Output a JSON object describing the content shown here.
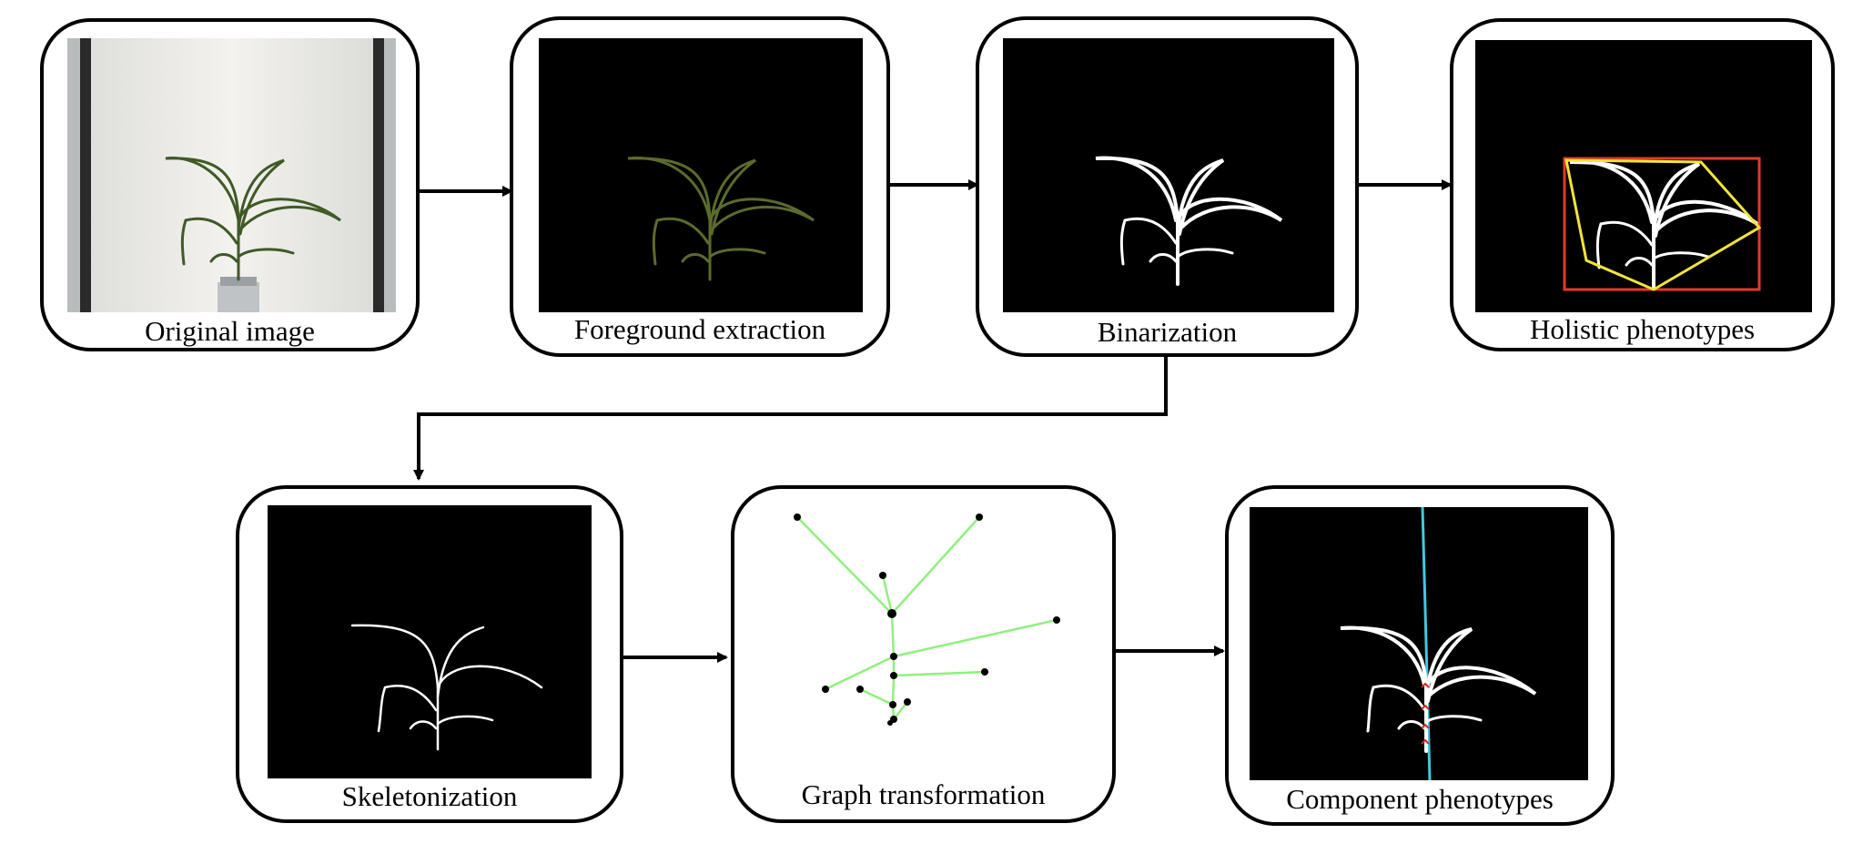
{
  "steps": {
    "original": {
      "label": "Original image"
    },
    "foreground": {
      "label": "Foreground extraction"
    },
    "binarization": {
      "label": "Binarization"
    },
    "holistic": {
      "label": "Holistic phenotypes"
    },
    "skeleton": {
      "label": "Skeletonization"
    },
    "graph": {
      "label": "Graph transformation"
    },
    "component": {
      "label": "Component phenotypes"
    }
  },
  "colors": {
    "stroke": "#000000",
    "panel_background": "#000000",
    "plant_green": "#3f5a25",
    "foreground_plant": "#5b6b2c",
    "plant_white": "#ffffff",
    "bounding_box": "#e03a2a",
    "convex_hull": "#f2e43a",
    "graph_edge": "#8ff07e",
    "graph_node": "#000000",
    "stem_axis": "#41c8e0",
    "junction_marker": "#e02020"
  }
}
